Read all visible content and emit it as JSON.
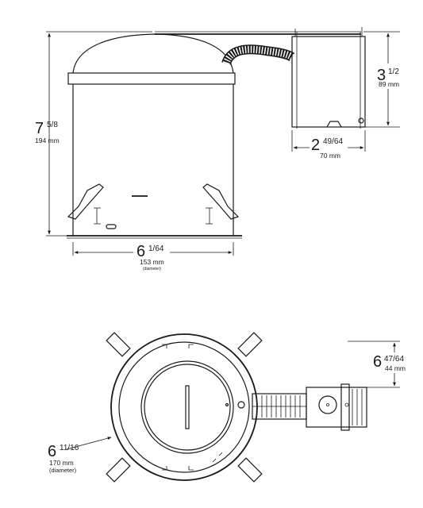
{
  "dimensions": {
    "height": {
      "whole": "7",
      "fraction": "5/8",
      "metric": "194 mm"
    },
    "diameter_side": {
      "whole": "6",
      "fraction": "1/64",
      "metric": "153 mm",
      "note": "(diameter)"
    },
    "box_height": {
      "whole": "3",
      "fraction": "1/2",
      "metric": "89 mm"
    },
    "box_width": {
      "whole": "2",
      "fraction": "49/64",
      "metric": "70 mm"
    },
    "box_depth": {
      "whole": "6",
      "fraction": "47/64",
      "metric": "44 mm"
    },
    "flange_diameter": {
      "whole": "6",
      "fraction": "11/16",
      "metric": "170 mm",
      "note": "(diameter)"
    }
  }
}
